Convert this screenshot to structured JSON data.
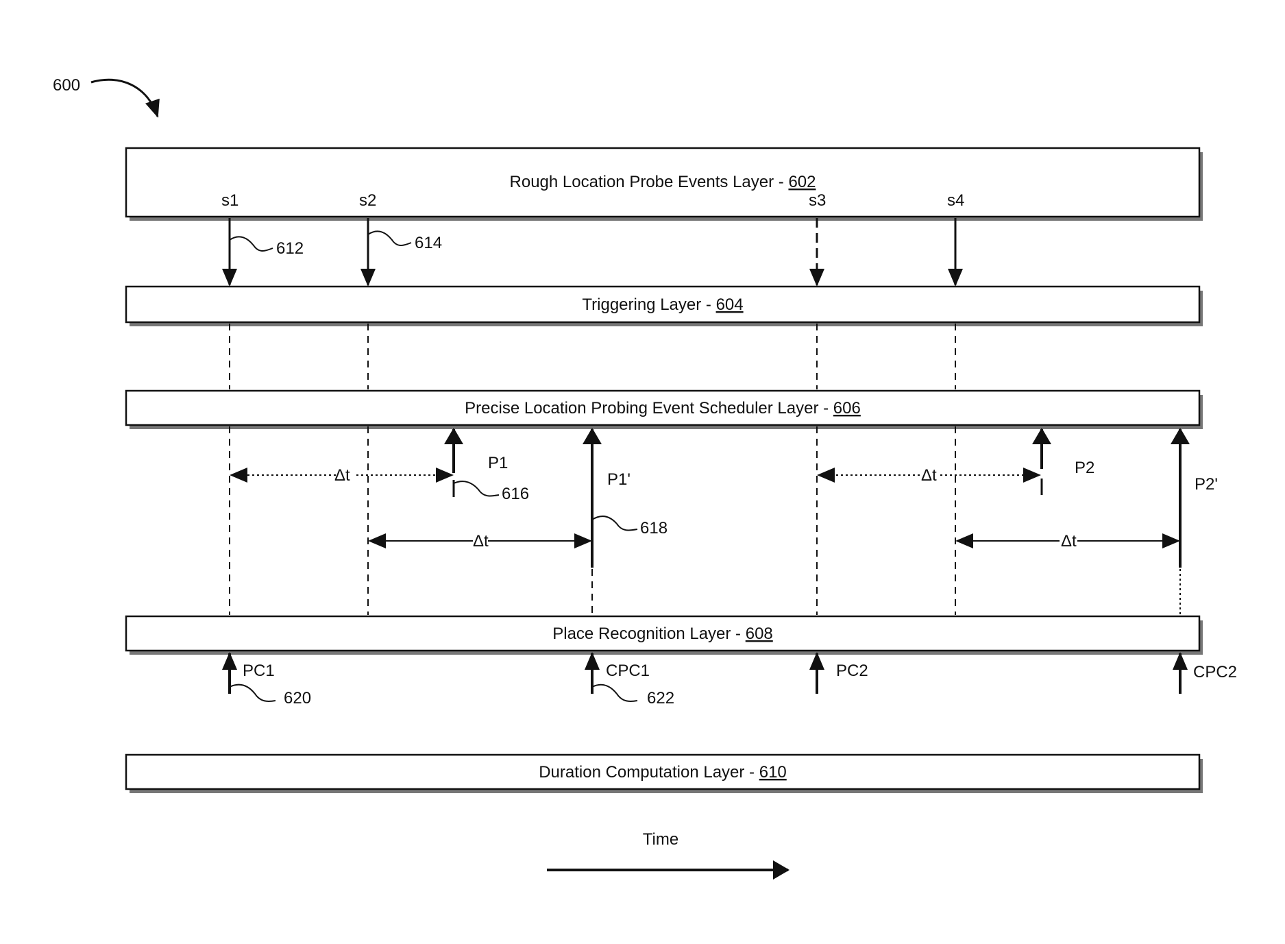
{
  "figure": {
    "ref": "600"
  },
  "layers": {
    "rough": {
      "title": "Rough Location Probe Events Layer - ",
      "num": "602"
    },
    "triggering": {
      "title": "Triggering Layer - ",
      "num": "604"
    },
    "scheduler": {
      "title": "Precise Location Probing Event Scheduler Layer - ",
      "num": "606"
    },
    "place": {
      "title": "Place Recognition Layer - ",
      "num": "608"
    },
    "duration": {
      "title": "Duration Computation Layer  - ",
      "num": "610"
    }
  },
  "signals": [
    "s1",
    "s2",
    "s3",
    "s4"
  ],
  "refs": {
    "r612": "612",
    "r614": "614",
    "r616": "616",
    "r618": "618",
    "r620": "620",
    "r622": "622"
  },
  "probes": {
    "p1": "P1",
    "p1p": "P1'",
    "p2": "P2",
    "p2p": "P2'"
  },
  "delta": "Δt",
  "outputs": {
    "pc1": "PC1",
    "cpc1": "CPC1",
    "pc2": "PC2",
    "cpc2": "CPC2"
  },
  "time": {
    "label": "Time"
  }
}
